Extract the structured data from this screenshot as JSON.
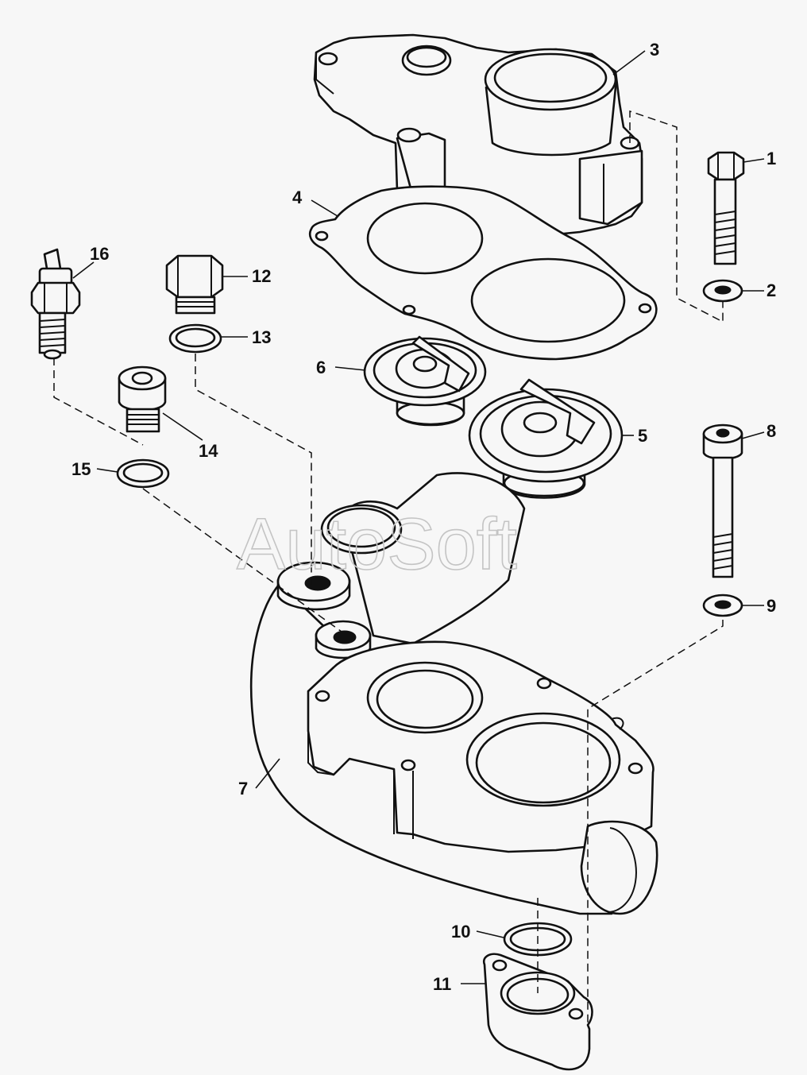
{
  "watermark": "AutoSoft",
  "callouts": [
    {
      "id": "c1",
      "label": "1"
    },
    {
      "id": "c2",
      "label": "2"
    },
    {
      "id": "c3",
      "label": "3"
    },
    {
      "id": "c4",
      "label": "4"
    },
    {
      "id": "c5",
      "label": "5"
    },
    {
      "id": "c6",
      "label": "6"
    },
    {
      "id": "c7",
      "label": "7"
    },
    {
      "id": "c8",
      "label": "8"
    },
    {
      "id": "c9",
      "label": "9"
    },
    {
      "id": "c10",
      "label": "10"
    },
    {
      "id": "c11",
      "label": "11"
    },
    {
      "id": "c12",
      "label": "12"
    },
    {
      "id": "c13",
      "label": "13"
    },
    {
      "id": "c14",
      "label": "14"
    },
    {
      "id": "c15",
      "label": "15"
    },
    {
      "id": "c16",
      "label": "16"
    }
  ],
  "colors": {
    "line": "#111111",
    "background": "#f7f7f7",
    "watermark": "#c4c4c4"
  }
}
